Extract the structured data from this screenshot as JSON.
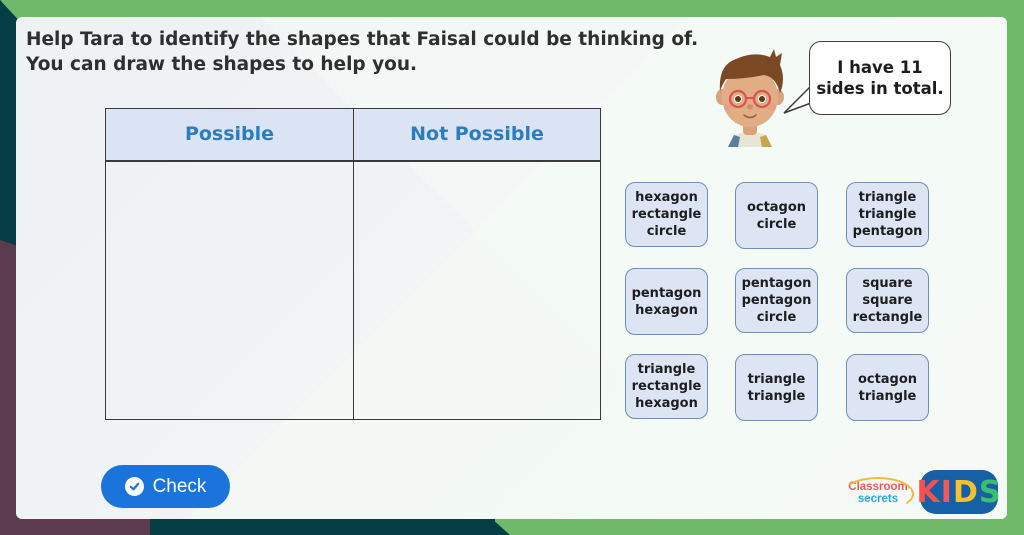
{
  "question": {
    "line1": "Help Tara to identify the shapes that Faisal could be thinking of.",
    "line2": "You can draw the shapes to help you."
  },
  "speech_bubble": {
    "line1": "I have 11",
    "line2": "sides in total."
  },
  "table": {
    "columns": [
      "Possible",
      "Not Possible"
    ]
  },
  "cards": [
    {
      "lines": [
        "hexagon",
        "rectangle",
        "circle"
      ]
    },
    {
      "lines": [
        "octagon",
        "circle"
      ]
    },
    {
      "lines": [
        "triangle",
        "triangle",
        "pentagon"
      ]
    },
    {
      "lines": [
        "pentagon",
        "hexagon"
      ]
    },
    {
      "lines": [
        "pentagon",
        "pentagon",
        "circle"
      ]
    },
    {
      "lines": [
        "square",
        "square",
        "rectangle"
      ]
    },
    {
      "lines": [
        "triangle",
        "rectangle",
        "hexagon"
      ]
    },
    {
      "lines": [
        "triangle",
        "triangle"
      ]
    },
    {
      "lines": [
        "octagon",
        "triangle"
      ]
    }
  ],
  "check_button": {
    "label": "Check",
    "icon": "check-circle-icon"
  },
  "logos": {
    "classroom_secrets": {
      "line1": "Classroom",
      "line2": "secrets"
    },
    "kids": {
      "letters": [
        "K",
        "I",
        "D",
        "S"
      ],
      "colors": [
        "#f4524d",
        "#f05a5a",
        "#f6c12d",
        "#3cbf6a"
      ]
    }
  },
  "colors": {
    "frame_green": "#70b96b",
    "frame_teal": "#053d45",
    "frame_purple": "#5c3a50",
    "header_blue_text": "#2a7ec0",
    "header_bg": "#dbe4f4",
    "card_bg": "#dde5f5",
    "card_border": "#6f8fb8",
    "button_blue": "#1b74db"
  }
}
